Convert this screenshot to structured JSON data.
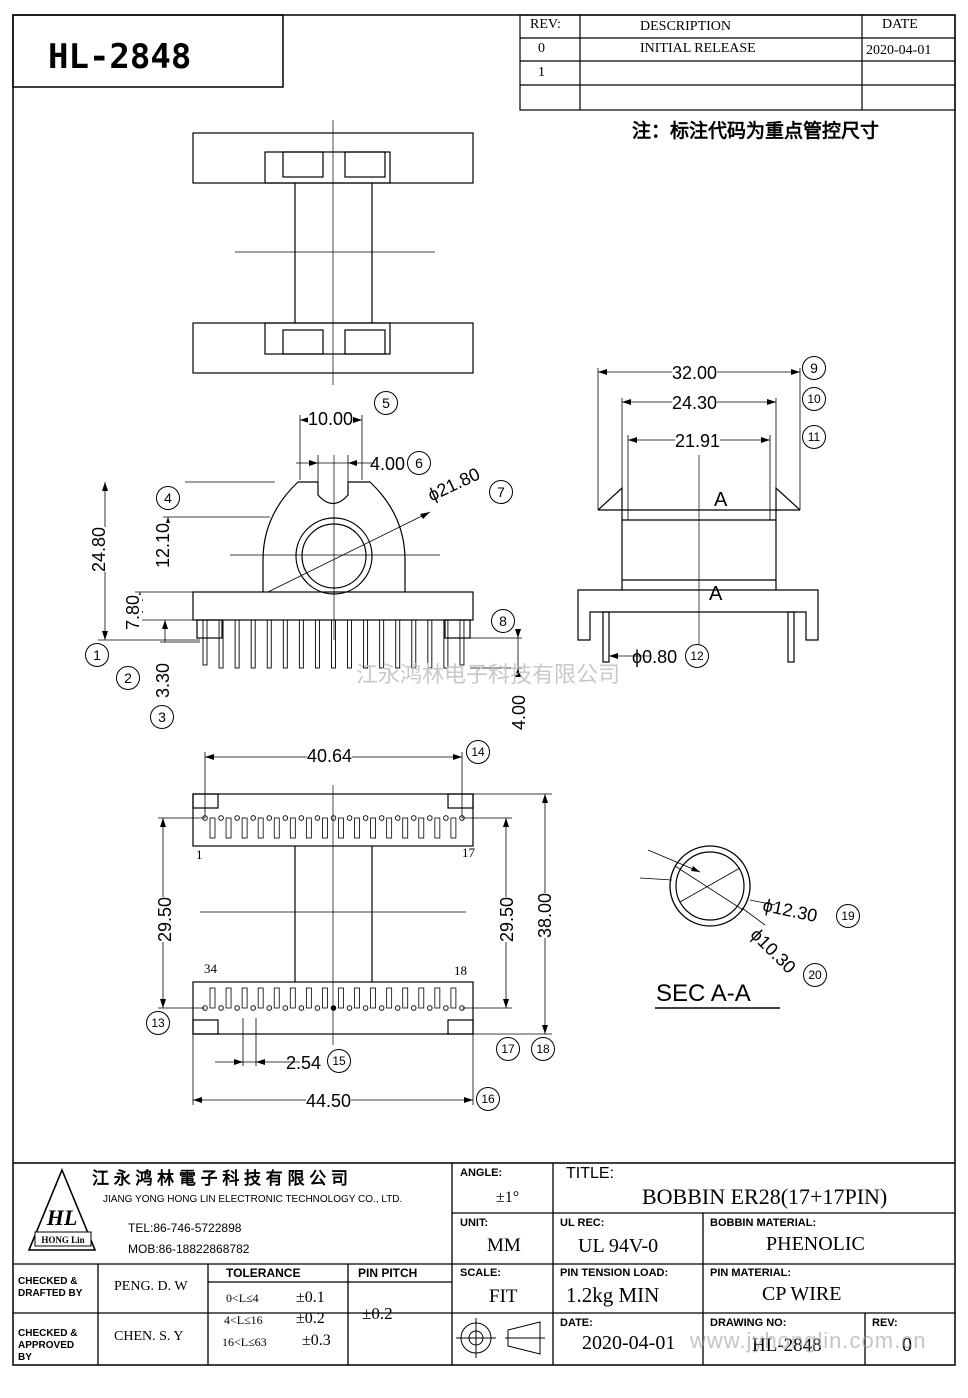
{
  "header": {
    "part_number": "HL-2848",
    "rev_label": "REV:",
    "description_label": "DESCRIPTION",
    "date_label": "DATE",
    "revisions": [
      {
        "rev": "0",
        "description": "INITIAL RELEASE",
        "date": "2020-04-01"
      },
      {
        "rev": "1",
        "description": "",
        "date": ""
      }
    ],
    "note": "注：标注代码为重点管控尺寸"
  },
  "watermark": "江永鸿林电子科技有限公司",
  "dimensions": {
    "top_width": "32.00",
    "mid_width": "24.30",
    "inner_width": "21.91",
    "section_marker": "A",
    "pin_dia": "ϕ0.80",
    "slot_width": "10.00",
    "slot_inner": "4.00",
    "hole_dia": "ϕ21.80",
    "height_total": "24.80",
    "height_center": "12.10",
    "base_height": "7.80",
    "pin_offset": "3.30",
    "pin_length": "4.00",
    "pin_span": "40.64",
    "row_spacing_left": "29.50",
    "row_spacing_right": "29.50",
    "overall_length": "38.00",
    "pin_pitch": "2.54",
    "overall_width": "44.50",
    "outer_dia": "ϕ12.30",
    "inner_dia": "ϕ10.30",
    "section_label": "SEC A-A"
  },
  "pin_labels": {
    "first": "1",
    "last_top": "17",
    "first_bottom": "34",
    "last_bottom": "18"
  },
  "callouts": [
    "1",
    "2",
    "3",
    "4",
    "5",
    "6",
    "7",
    "8",
    "9",
    "10",
    "11",
    "12",
    "13",
    "14",
    "15",
    "16",
    "17",
    "18",
    "19",
    "20"
  ],
  "title_block": {
    "company_cn": "江 永 鸿 林 電 子 科 技 有 限 公 司",
    "company_en": "JIANG YONG HONG LIN ELECTRONIC TECHNOLOGY CO., LTD.",
    "tel": "TEL:86-746-5722898",
    "mob": "MOB:86-18822868782",
    "logo_text": "HL",
    "logo_sub": "HONG Lin",
    "angle_label": "ANGLE:",
    "angle_value": "±1°",
    "title_label": "TITLE:",
    "title_value": "BOBBIN ER28(17+17PIN)",
    "unit_label": "UNIT:",
    "unit_value": "MM",
    "ul_label": "UL REC:",
    "ul_value": "UL 94V-0",
    "bobbin_material_label": "BOBBIN MATERIAL:",
    "bobbin_material_value": "PHENOLIC",
    "checked_drafted": "CHECKED & DRAFTED BY",
    "drafted_by": "PENG. D. W",
    "tolerance_label": "TOLERANCE",
    "tol_rows": [
      {
        "range": "0<L≤4",
        "value": "±0.1"
      },
      {
        "range": "4<L≤16",
        "value": "±0.2"
      },
      {
        "range": "16<L≤63",
        "value": "±0.3"
      }
    ],
    "pin_pitch_label": "PIN PITCH",
    "pin_pitch_value": "±0.2",
    "scale_label": "SCALE:",
    "scale_value": "FIT",
    "pin_tension_label": "PIN TENSION LOAD:",
    "pin_tension_value": "1.2kg MIN",
    "pin_material_label": "PIN MATERIAL:",
    "pin_material_value": "CP WIRE",
    "checked_approved": "CHECKED & APPROVED BY",
    "approved_by": "CHEN. S. Y",
    "date_label": "DATE:",
    "date_value": "2020-04-01",
    "drawing_no_label": "DRAWING NO:",
    "drawing_no_value": "HL-2848",
    "rev_label": "REV:",
    "rev_value": "0",
    "site_watermark": "www.jyhonglin.com.cn"
  }
}
